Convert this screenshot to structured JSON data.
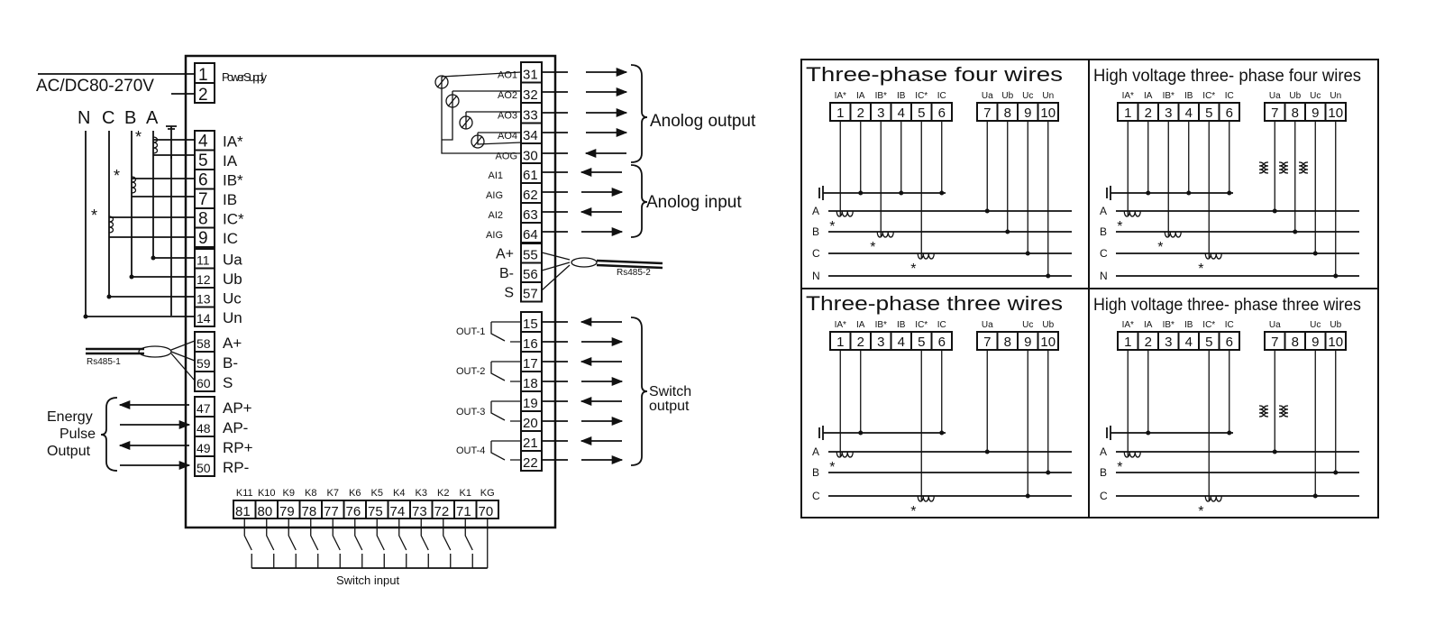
{
  "left": {
    "supply": {
      "label": "AC/DC80-270V",
      "desc": "Power Supply",
      "pins": [
        "1",
        "2"
      ]
    },
    "phases": [
      "N",
      "C",
      "B",
      "A"
    ],
    "current_pins": [
      {
        "num": "4",
        "label": "IA*"
      },
      {
        "num": "5",
        "label": "IA"
      },
      {
        "num": "6",
        "label": "IB*"
      },
      {
        "num": "7",
        "label": "IB"
      },
      {
        "num": "8",
        "label": "IC*"
      },
      {
        "num": "9",
        "label": "IC"
      }
    ],
    "voltage_pins": [
      {
        "num": "11",
        "label": "Ua"
      },
      {
        "num": "12",
        "label": "Ub"
      },
      {
        "num": "13",
        "label": "Uc"
      },
      {
        "num": "14",
        "label": "Un"
      }
    ],
    "rs485_1": {
      "label": "Rs485-1",
      "pins": [
        {
          "num": "58",
          "label": "A+"
        },
        {
          "num": "59",
          "label": "B-"
        },
        {
          "num": "60",
          "label": "S"
        }
      ]
    },
    "energy": {
      "title_lines": [
        "Energy",
        "Pulse",
        "Output"
      ],
      "pins": [
        {
          "num": "47",
          "label": "AP+"
        },
        {
          "num": "48",
          "label": "AP-"
        },
        {
          "num": "49",
          "label": "RP+"
        },
        {
          "num": "50",
          "label": "RP-"
        }
      ]
    },
    "analog_out": {
      "title": "Anolog output",
      "pins": [
        {
          "num": "31",
          "label": "AO1"
        },
        {
          "num": "32",
          "label": "AO2"
        },
        {
          "num": "33",
          "label": "AO3"
        },
        {
          "num": "34",
          "label": "AO4"
        },
        {
          "num": "30",
          "label": "AOG"
        }
      ]
    },
    "analog_in": {
      "title": "Anolog input",
      "pins": [
        {
          "num": "61",
          "label": "AI1"
        },
        {
          "num": "62",
          "label": "AIG"
        },
        {
          "num": "63",
          "label": "AI2"
        },
        {
          "num": "64",
          "label": "AIG"
        }
      ]
    },
    "rs485_2": {
      "label": "Rs485-2",
      "pins": [
        {
          "num": "55",
          "label": "A+"
        },
        {
          "num": "56",
          "label": "B-"
        },
        {
          "num": "57",
          "label": "S"
        }
      ]
    },
    "switch_out": {
      "title_lines": [
        "Switch",
        "output"
      ],
      "pins": [
        "15",
        "16",
        "17",
        "18",
        "19",
        "20",
        "21",
        "22"
      ],
      "labels": [
        "OUT-1",
        "OUT-2",
        "OUT-3",
        "OUT-4"
      ]
    },
    "switch_in": {
      "title": "Switch input",
      "labels": [
        "K11",
        "K10",
        "K9",
        "K8",
        "K7",
        "K6",
        "K5",
        "K4",
        "K3",
        "K2",
        "K1",
        "KG"
      ],
      "pins": [
        "81",
        "80",
        "79",
        "78",
        "77",
        "76",
        "75",
        "74",
        "73",
        "72",
        "71",
        "70"
      ]
    }
  },
  "right": {
    "panels": [
      {
        "title": "Three-phase four wires",
        "current_labels": [
          "IA*",
          "IA",
          "IB*",
          "IB",
          "IC*",
          "IC"
        ],
        "voltage_labels": [
          "Ua",
          "Ub",
          "Uc",
          "Un"
        ],
        "lines": [
          "A",
          "B",
          "C",
          "N"
        ]
      },
      {
        "title": "High voltage three- phase four wires",
        "current_labels": [
          "IA*",
          "IA",
          "IB*",
          "IB",
          "IC*",
          "IC"
        ],
        "voltage_labels": [
          "Ua",
          "Ub",
          "Uc",
          "Un"
        ],
        "lines": [
          "A",
          "B",
          "C",
          "N"
        ]
      },
      {
        "title": "Three-phase three wires",
        "current_labels": [
          "IA*",
          "IA",
          "IB*",
          "IB",
          "IC*",
          "IC"
        ],
        "voltage_labels": [
          "Ua",
          "",
          "Uc",
          "Ub"
        ],
        "lines": [
          "A",
          "B",
          "C"
        ]
      },
      {
        "title": "High voltage three- phase three wires",
        "current_labels": [
          "IA*",
          "IA",
          "IB*",
          "IB",
          "IC*",
          "IC"
        ],
        "voltage_labels": [
          "Ua",
          "",
          "Uc",
          "Ub"
        ],
        "lines": [
          "A",
          "B",
          "C"
        ]
      }
    ],
    "current_pins": [
      "1",
      "2",
      "3",
      "4",
      "5",
      "6"
    ],
    "voltage_pins": [
      "7",
      "8",
      "9",
      "10"
    ]
  }
}
